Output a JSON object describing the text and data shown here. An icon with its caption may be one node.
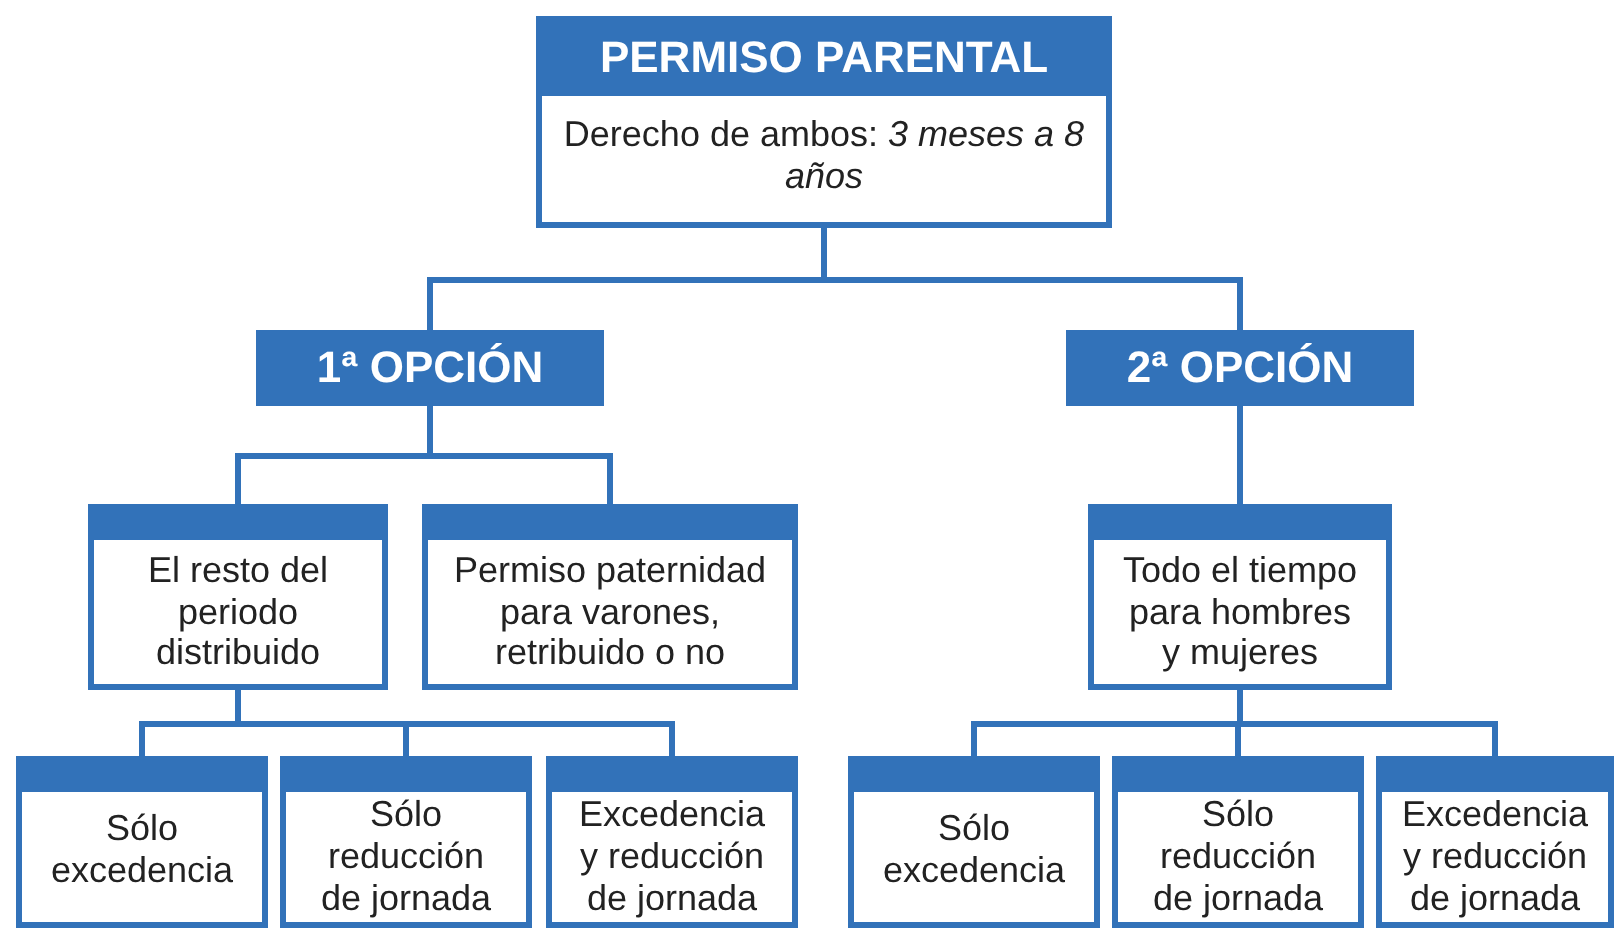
{
  "diagram": {
    "nodes": [
      {
        "text": [
          "PERMISO PARENTAL",
          "Derecho de ambos: *3 meses a 8 años*"
        ]
      },
      {
        "text": [
          "1ª OPCIÓN"
        ]
      },
      {
        "text": [
          "2ª OPCIÓN"
        ]
      },
      {
        "text": [
          "El resto del periodo distribuido"
        ]
      },
      {
        "text": [
          "Permiso paternidad para varones, retribuido o no"
        ]
      },
      {
        "text": [
          "Todo el tiempo para hombres y mujeres"
        ]
      },
      {
        "text": [
          "Sólo excedencia"
        ]
      },
      {
        "text": [
          "Sólo reducción de jornada"
        ]
      },
      {
        "text": [
          "Excedencia y reducción de jornada"
        ]
      },
      {
        "text": [
          "Sólo excedencia"
        ]
      },
      {
        "text": [
          "Sólo reducción de jornada"
        ]
      },
      {
        "text": [
          "Excedencia y reducción de jornada"
        ]
      }
    ],
    "edges": [
      {
        "from": 0,
        "to": 1,
        "arrow": "none"
      },
      {
        "from": 0,
        "to": 2,
        "arrow": "none"
      },
      {
        "from": 1,
        "to": 3,
        "arrow": "none"
      },
      {
        "from": 1,
        "to": 4,
        "arrow": "none"
      },
      {
        "from": 2,
        "to": 5,
        "arrow": "none"
      },
      {
        "from": 3,
        "to": 6,
        "arrow": "none"
      },
      {
        "from": 3,
        "to": 7,
        "arrow": "none"
      },
      {
        "from": 3,
        "to": 8,
        "arrow": "none"
      },
      {
        "from": 5,
        "to": 9,
        "arrow": "none"
      },
      {
        "from": 5,
        "to": 10,
        "arrow": "none"
      },
      {
        "from": 5,
        "to": 11,
        "arrow": "none"
      }
    ]
  }
}
